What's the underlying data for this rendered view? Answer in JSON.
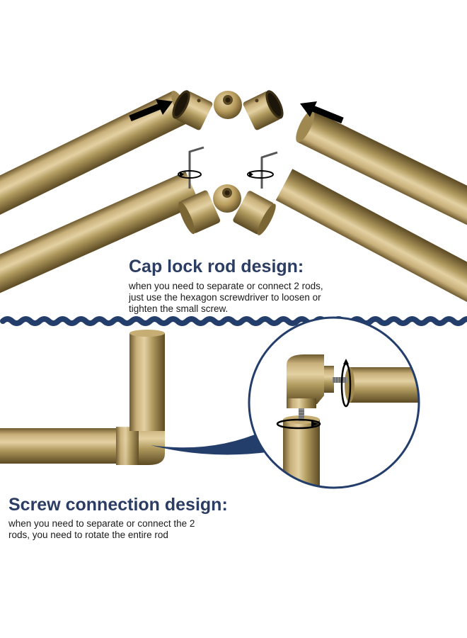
{
  "cap_lock": {
    "title": "Cap lock rod design:",
    "lines": [
      "when you need to separate or connect 2 rods,",
      "just use the hexagon screwdriver to loosen or",
      "tighten the small screw."
    ]
  },
  "screw_connection": {
    "title": "Screw connection design:",
    "lines": [
      "when you need to separate or connect the 2",
      "rods, you need to rotate the entire rod"
    ]
  },
  "colors": {
    "heading": "#2b3d63",
    "wave": "#243e6b",
    "brass": "#b89c5c"
  },
  "icons": [
    "arrow-icon",
    "hex-key-icon",
    "rotation-icon",
    "screw-icon"
  ]
}
